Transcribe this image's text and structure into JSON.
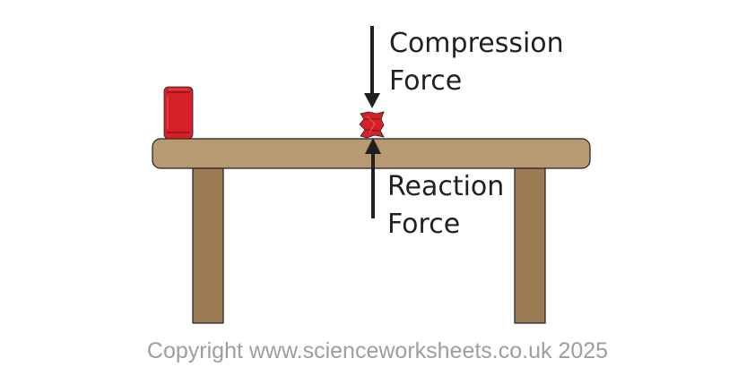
{
  "labels": {
    "compression_line1": "Compression",
    "compression_line2": "Force",
    "reaction_line1": "Reaction",
    "reaction_line2": "Force"
  },
  "copyright": "Copyright www.scienceworksheets.co.uk 2025",
  "colors": {
    "table_top": "#b89a72",
    "table_legs": "#9c7c53",
    "outline": "#231f20",
    "can": "#d42027",
    "arrow": "#231f20",
    "copyright_text": "#9e9e9e"
  }
}
